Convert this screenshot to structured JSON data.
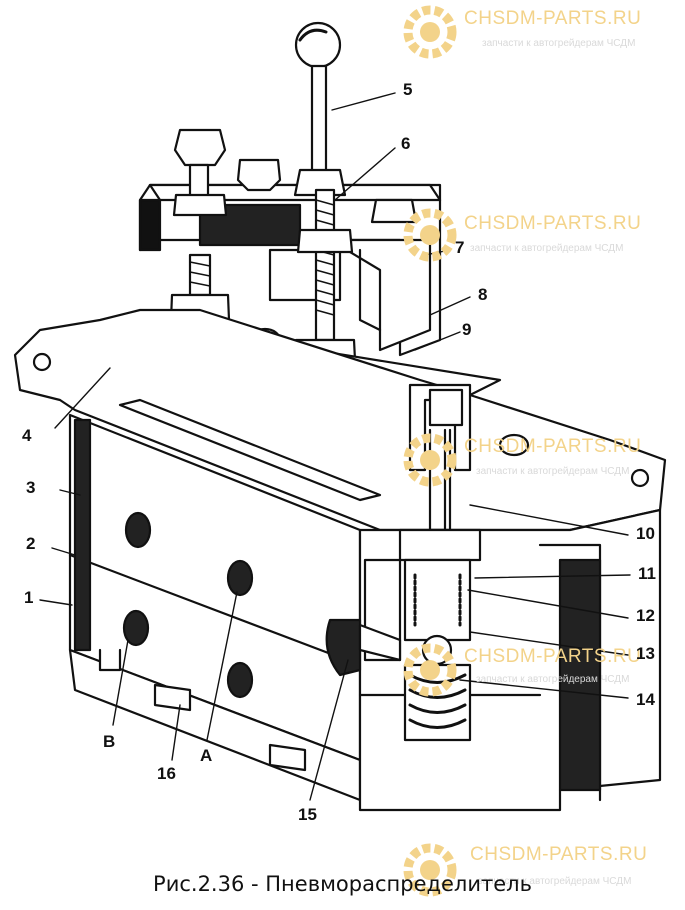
{
  "figure": {
    "caption": "Рис.2.36 - Пневмораспределитель",
    "callouts": [
      "5",
      "6",
      "7",
      "8",
      "9",
      "4",
      "3",
      "2",
      "1",
      "B",
      "16",
      "A",
      "15",
      "10",
      "11",
      "12",
      "13",
      "14"
    ]
  },
  "watermark": {
    "title": "CHSDM-PARTS.RU",
    "subtitle": "запчасти к автогрейдерам ЧСДМ",
    "color": "#f3d38a"
  }
}
